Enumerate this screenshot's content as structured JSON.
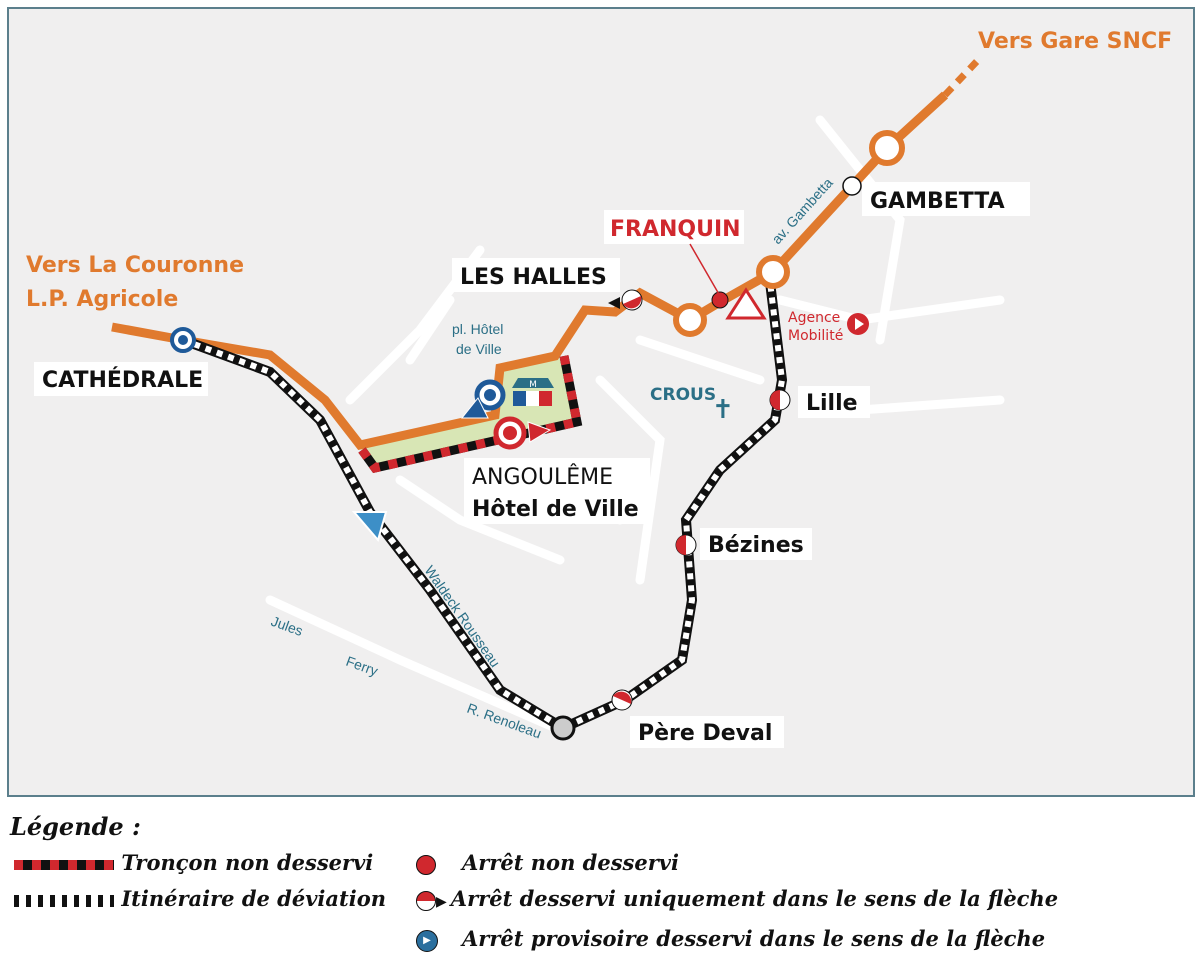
{
  "map": {
    "destinations": {
      "gare": "Vers Gare SNCF",
      "couronne_1": "Vers La Couronne",
      "couronne_2": "L.P. Agricole"
    },
    "stops": {
      "cathedrale": "CATHÉDRALE",
      "les_halles": "LES HALLES",
      "franquin": "FRANQUIN",
      "gambetta": "GAMBETTA",
      "hdv_1": "ANGOULÊME",
      "hdv_2": "Hôtel de Ville",
      "lille": "Lille",
      "bezines": "Bézines",
      "pere_deval": "Père Deval"
    },
    "streets": {
      "pl_hdv_1": "pl. Hôtel",
      "pl_hdv_2": "de Ville",
      "gambetta": "av. Gambetta",
      "waldeck": "Waldeck Rousseau",
      "jules": "Jules",
      "ferry": "Ferry",
      "renoleau": "R. Renoleau"
    },
    "pois": {
      "crous": "CROUS",
      "agence_1": "Agence",
      "agence_2": "Mobilité",
      "metro_letter": "M"
    },
    "colors": {
      "line": "#e07a2e",
      "unserved": "#d0282e",
      "provisional": "#1f5a99",
      "bg": "#f0efef"
    }
  },
  "legend": {
    "title": "Légende :",
    "items": [
      "Tronçon non desservi",
      "Itinéraire de déviation",
      "Arrêt non desservi",
      "Arrêt desservi uniquement dans le sens de la flèche",
      "Arrêt provisoire desservi dans le sens de la flèche"
    ]
  }
}
